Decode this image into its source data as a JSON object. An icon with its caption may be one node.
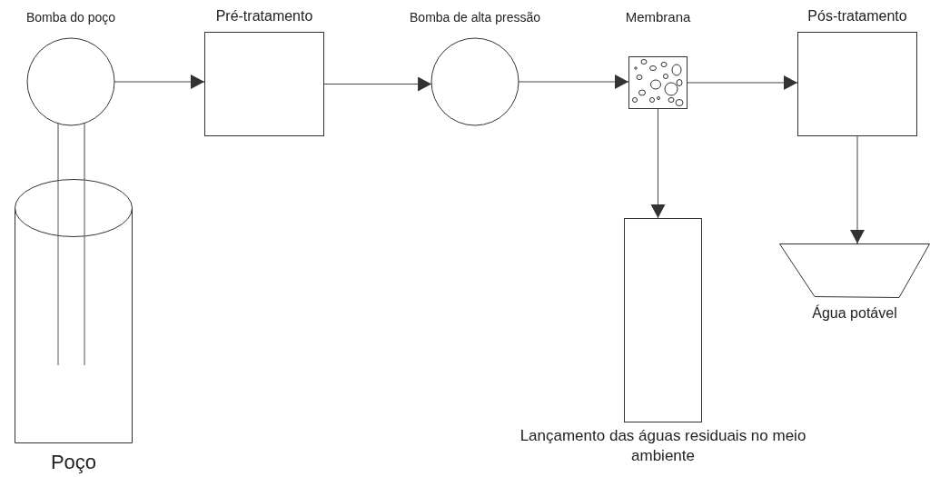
{
  "diagram": {
    "nodes": [
      {
        "text": [
          "Bomba do poço"
        ]
      },
      {
        "text": [
          "Pré-tratamento"
        ]
      },
      {
        "text": [
          "Bomba de alta pressão"
        ]
      },
      {
        "text": [
          "Membrana"
        ]
      },
      {
        "text": [
          "Pós-tratamento"
        ]
      },
      {
        "text": [
          "Poço"
        ]
      },
      {
        "text": [
          "Lançamento das águas residuais no meio ambiente"
        ]
      },
      {
        "text": [
          "Água potável"
        ]
      }
    ],
    "edges": [
      {
        "from": 0,
        "to": 1,
        "arrow": "to"
      },
      {
        "from": 1,
        "to": 2,
        "arrow": "to"
      },
      {
        "from": 2,
        "to": 3,
        "arrow": "to"
      },
      {
        "from": 3,
        "to": 4,
        "arrow": "to"
      },
      {
        "from": 3,
        "to": 6,
        "arrow": "to"
      },
      {
        "from": 4,
        "to": 7,
        "arrow": "to"
      },
      {
        "from": 0,
        "to": 5,
        "arrow": "none"
      }
    ]
  }
}
